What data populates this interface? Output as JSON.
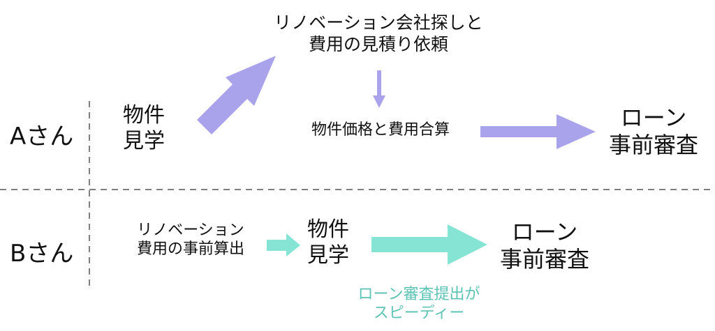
{
  "colors": {
    "arrow_a": "#a9a3ec",
    "arrow_b": "#86e4d4",
    "note_b": "#5cc3b5",
    "divider": "#555555",
    "text": "#111111"
  },
  "row_a": {
    "label": "Aさん",
    "step_inspect": [
      "物件",
      "見学"
    ],
    "step_quote": [
      "リノベーション会社探しと",
      "費用の見積り依頼"
    ],
    "step_total": "物件価格と費用合算",
    "step_loan": [
      "ローン",
      "事前審査"
    ]
  },
  "row_b": {
    "label": "Bさん",
    "step_estimate": [
      "リノベーション",
      "費用の事前算出"
    ],
    "step_inspect": [
      "物件",
      "見学"
    ],
    "step_loan": [
      "ローン",
      "事前審査"
    ],
    "note": [
      "ローン審査提出が",
      "スピーディー"
    ]
  }
}
